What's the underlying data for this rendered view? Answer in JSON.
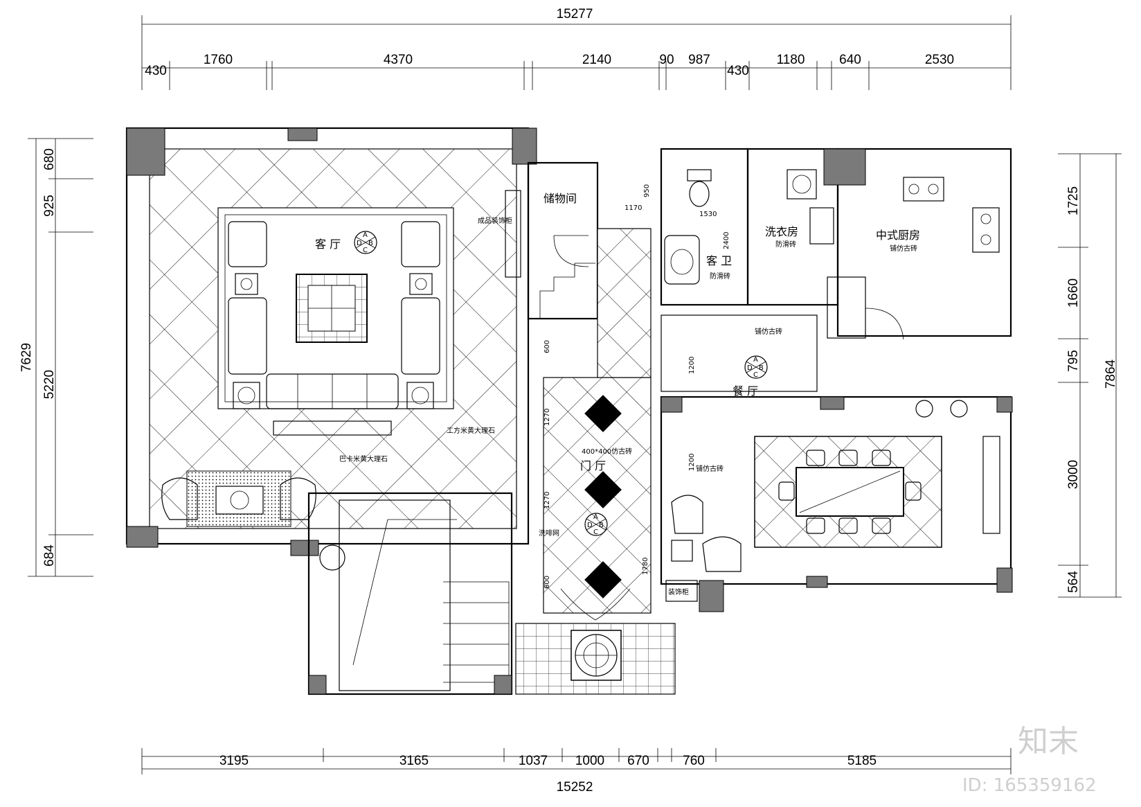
{
  "dimensions": {
    "top_total": "15277",
    "top_segments": [
      "430",
      "1760",
      "4370",
      "2140",
      "90",
      "987",
      "430",
      "1180",
      "640",
      "2530"
    ],
    "bottom_total": "15252",
    "bottom_segments": [
      "3195",
      "3165",
      "1037",
      "1000",
      "670",
      "760",
      "5185"
    ],
    "left_total": "7629",
    "left_segments": [
      "680",
      "925",
      "5220",
      "684"
    ],
    "right_total": "7864",
    "right_segments": [
      "1725",
      "1660",
      "795",
      "3000",
      "564"
    ],
    "inner": [
      "950",
      "1170",
      "1530",
      "2400",
      "600",
      "1270",
      "1270",
      "600",
      "1780",
      "1200",
      "1200"
    ]
  },
  "rooms": {
    "living_room": "客 厅",
    "storage": "储物间",
    "guest_bath": "客 卫",
    "laundry": "洗衣房",
    "kitchen": "中式厨房",
    "dining": "餐 厅",
    "foyer": "门 厅"
  },
  "notes": {
    "cabinet": "成品装饰柜",
    "marble1": "工方米黄大理石",
    "marble2": "巴卡米黄大理石",
    "foyer_tile": "400*400仿古砖",
    "mesh": "洗啡网",
    "antislip_bath": "防滑砖",
    "antislip_laundry": "防滑砖",
    "kitchen_floor": "铺仿古砖",
    "dining_top": "铺仿古砖",
    "dining_floor": "铺仿古砖",
    "deco_cabinet": "装饰柜"
  },
  "index_marks": [
    "A",
    "B",
    "C",
    "D"
  ],
  "watermark": {
    "logo": "知末",
    "id": "ID: 165359162"
  }
}
